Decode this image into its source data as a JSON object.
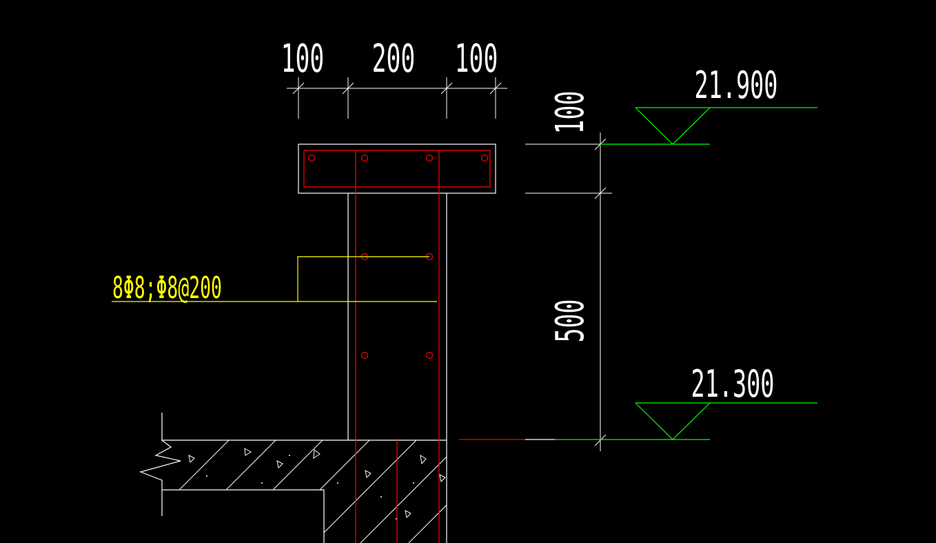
{
  "drawing": {
    "dimensions": {
      "top_left": "100",
      "top_middle": "200",
      "top_right": "100",
      "cap_height": "100",
      "wall_height": "500"
    },
    "elevations": {
      "top": "21.900",
      "bottom": "21.300"
    },
    "rebar_label": "8Φ8;Φ8@200",
    "colors": {
      "background": "#000000",
      "outline": "#ffffff",
      "rebar": "#ff0000",
      "leader": "#ffff00",
      "elevation": "#00ff00"
    }
  }
}
